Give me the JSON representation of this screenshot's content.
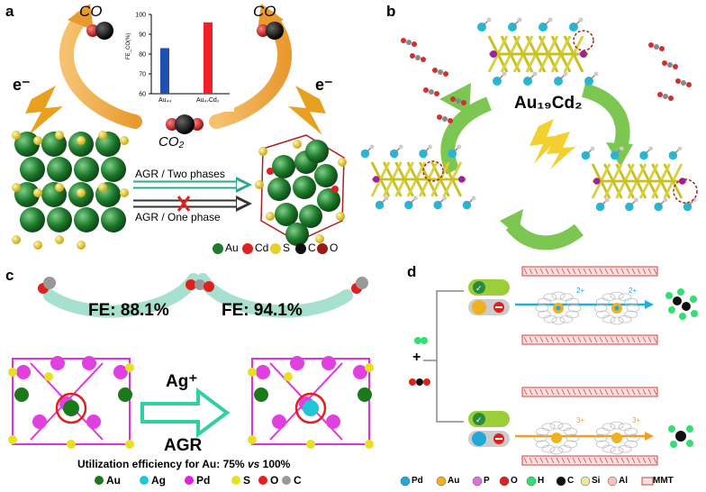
{
  "panel_a": {
    "label": "a",
    "electron_left": "e⁻",
    "electron_right": "e⁻",
    "co_left": "CO",
    "co_right": "CO",
    "co2": "CO₂",
    "arrow_two_phases": "AGR / Two phases",
    "arrow_one_phase": "AGR / One phase",
    "legend": [
      "Au",
      "Cd",
      "S",
      "C",
      "O"
    ],
    "legend_colors": [
      "#1f7a2c",
      "#e02020",
      "#e8d02a",
      "#111111",
      "#9a1a1a"
    ],
    "inset_chart": {
      "ylabel": "FE_CO(%)",
      "yticks": [
        "100",
        "90",
        "80",
        "70",
        "60"
      ],
      "xlabel_1": "Au₄₄",
      "xlabel_2": "Au₄₇Cd₂"
    }
  },
  "panel_b": {
    "label": "b",
    "cluster_label": "Au₁₉Cd₂"
  },
  "panel_c": {
    "label": "c",
    "fe_left": "FE: 88.1%",
    "fe_right": "FE: 94.1%",
    "dopant": "Ag⁺",
    "method": "AGR",
    "utilization_prefix": "Utilization efficiency for Au:",
    "utilization_left": "75%",
    "utilization_vs": "vs",
    "utilization_right": "100%",
    "legend": [
      "Au",
      "Ag",
      "Pd",
      "S",
      "O",
      "C"
    ],
    "legend_colors": [
      "#1a7a1a",
      "#22c4d8",
      "#e020e0",
      "#e8e020",
      "#e02020",
      "#999999"
    ]
  },
  "panel_d": {
    "label": "d",
    "plus": "+",
    "charge_1": "2+",
    "charge_2": "2+",
    "charge_3": "3+",
    "charge_4": "3+",
    "legend": [
      "Pd",
      "Au",
      "P",
      "O",
      "H",
      "C",
      "Si",
      "Al",
      "MMT"
    ],
    "legend_colors": [
      "#1fa8d8",
      "#f0b020",
      "#e070e0",
      "#e02020",
      "#30e070",
      "#111111",
      "#e8e8a0",
      "#f4c0c0",
      "#d04040"
    ]
  },
  "chart_data": {
    "type": "bar",
    "categories": [
      "Au44",
      "Au47Cd2"
    ],
    "values": [
      83,
      96
    ],
    "ylabel": "FE_CO(%)",
    "ylim": [
      60,
      100
    ],
    "colors": [
      "#1f4fb0",
      "#f0202a"
    ]
  }
}
